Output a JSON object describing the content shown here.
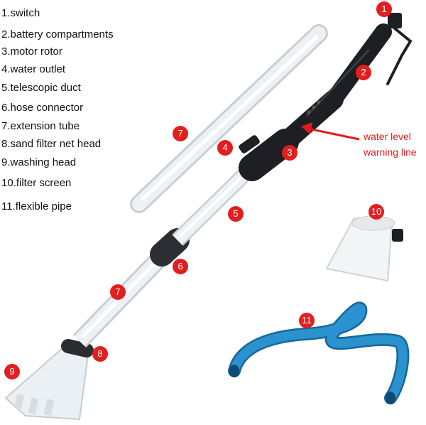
{
  "legend": [
    "1.switch",
    "2.battery compartments",
    "3.motor rotor",
    "4.water outlet",
    "5.telescopic duct",
    "6.hose connector",
    "7.extension tube",
    "8.sand filter net head",
    "9.washing head",
    "10.filter screen",
    "11.flexible pipe"
  ],
  "callouts": {
    "switch": "1",
    "battery": "2",
    "motor": "3",
    "outlet": "4",
    "duct": "5",
    "hose_connector": "6",
    "tube_top": "7",
    "tube_bottom": "7",
    "sand_filter": "8",
    "washing_head": "9",
    "filter_screen": "10",
    "flexible_pipe": "11"
  },
  "warning": {
    "line1": "water level",
    "line2": "warning line"
  },
  "colors": {
    "badge": "#e11f1f",
    "warning_text": "#e31b1b",
    "hose": "#1a7fbf",
    "body": "#1d1f24"
  }
}
